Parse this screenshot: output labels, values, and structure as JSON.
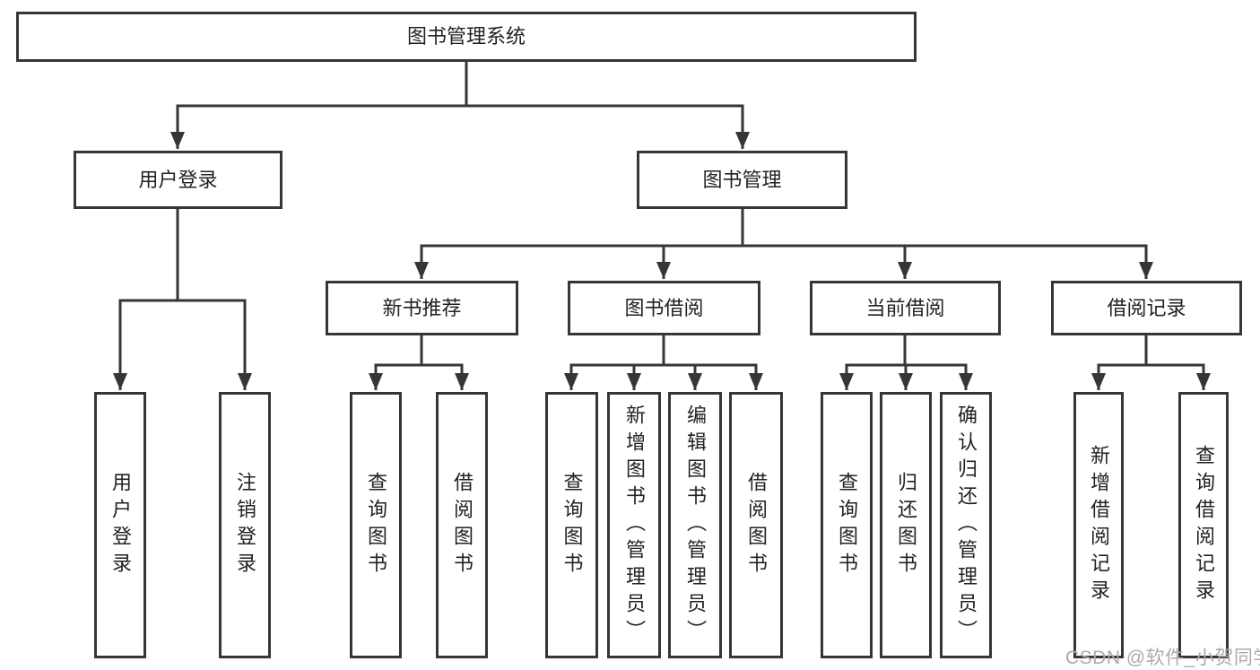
{
  "diagram": {
    "root": {
      "label": "图书管理系统"
    },
    "branches": [
      {
        "label": "用户登录",
        "children": [
          {
            "label": "用户登录"
          },
          {
            "label": "注销登录"
          }
        ]
      },
      {
        "label": "图书管理",
        "children": [
          {
            "label": "新书推荐",
            "children": [
              {
                "label": "查询图书"
              },
              {
                "label": "借阅图书"
              }
            ]
          },
          {
            "label": "图书借阅",
            "children": [
              {
                "label": "查询图书"
              },
              {
                "label": "新增图书（管理员）"
              },
              {
                "label": "编辑图书（管理员）"
              },
              {
                "label": "借阅图书"
              }
            ]
          },
          {
            "label": "当前借阅",
            "children": [
              {
                "label": "查询图书"
              },
              {
                "label": "归还图书"
              },
              {
                "label": "确认归还（管理员）"
              }
            ]
          },
          {
            "label": "借阅记录",
            "children": [
              {
                "label": "新增借阅记录"
              },
              {
                "label": "查询借阅记录"
              }
            ]
          }
        ]
      }
    ]
  },
  "watermark": {
    "text": "CSDN @软件_小贺同学"
  },
  "colors": {
    "line": "#363636",
    "box_border": "#363636",
    "text": "#222222",
    "watermark": "#ababab",
    "background": "#ffffff"
  }
}
